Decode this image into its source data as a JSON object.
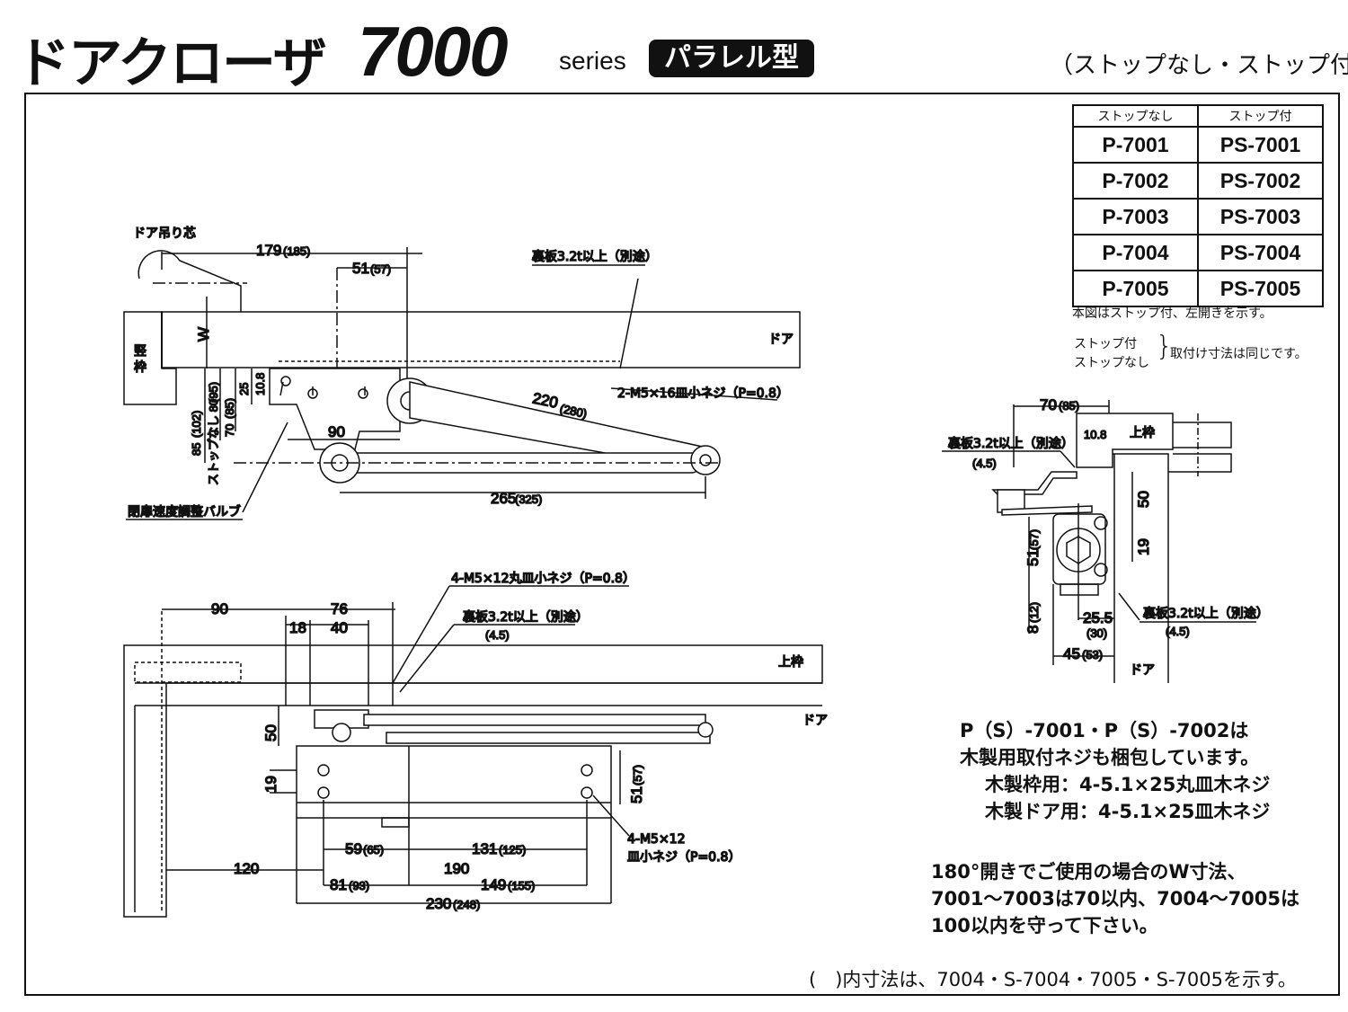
{
  "header": {
    "title_jp": "ドアクローザ",
    "title_number": "7000",
    "title_series": "series",
    "badge": "パラレル型",
    "subtitle": "（ストップなし・ストップ付）"
  },
  "model_table": {
    "headers": [
      "ストップなし",
      "ストップ付"
    ],
    "rows": [
      [
        "P-7001",
        "PS-7001"
      ],
      [
        "P-7002",
        "PS-7002"
      ],
      [
        "P-7003",
        "PS-7003"
      ],
      [
        "P-7004",
        "PS-7004"
      ],
      [
        "P-7005",
        "PS-7005"
      ]
    ]
  },
  "notes": {
    "figure_note": "本図はストップ付、左開きを示す。",
    "stop_with": "ストップ付",
    "stop_without": "ストップなし",
    "same_dims": "取付け寸法は同じです。",
    "wood_screws_1": "P（S）-7001・P（S）-7002は",
    "wood_screws_2": "木製用取付ネジも梱包しています。",
    "wood_frame": "木製枠用：4-5.1×25丸皿木ネジ",
    "wood_door": "木製ドア用：4-5.1×25皿木ネジ",
    "w_dim_1": "180°開きでご使用の場合のW寸法、",
    "w_dim_2": "7001～7003は70以内、7004～7005は",
    "w_dim_3": "100以内を守って下さい。",
    "paren_note": "(　)内寸法は、7004・S-7004・7005・S-7005を示す。"
  },
  "top_view": {
    "hinge_center": "ドア吊り芯",
    "d179": "179",
    "d179p": "(185)",
    "d51": "51",
    "d51p": "(57)",
    "backplate": "裏板3.2t以上（別途）",
    "door": "ドア",
    "w": "W",
    "frame_jamb": "竪枠",
    "screws": "2-M5×16皿小ネジ（P=0.8）",
    "d220": "220",
    "d220p": "(280)",
    "d25": "25",
    "d108": "10.8",
    "d80": "ストップなし 80",
    "d80p": "(95)",
    "d70": "70",
    "d70p": "(85)",
    "d85": "85",
    "d85p": "(102)",
    "d90": "90",
    "d265": "265",
    "d265p": "(325)",
    "valve": "閉扉速度調整バルブ"
  },
  "side_view": {
    "d70": "70",
    "d70p": "(85)",
    "backplate": "裏板3.2t以上（別途）",
    "bp45": "(4.5)",
    "d108": "10.8",
    "head_frame": "上枠",
    "d50": "50",
    "d19": "19",
    "d51": "51",
    "d51p": "(57)",
    "d8": "8",
    "d8p": "(12)",
    "d255": "25.5",
    "d255p": "(30)",
    "d45": "45",
    "d45p": "(53)",
    "backplate2": "裏板3.2t以上（別途）",
    "bp45b": "(4.5)",
    "door": "ドア"
  },
  "bottom_view": {
    "screws": "4-M5×12丸皿小ネジ（P=0.8）",
    "d90": "90",
    "d76": "76",
    "d18": "18",
    "d40": "40",
    "backplate": "裏板3.2t以上（別途）",
    "bp45": "(4.5)",
    "head_frame": "上枠",
    "door": "ドア",
    "d50": "50",
    "d19": "19",
    "d51": "51",
    "d51p": "(57)",
    "screws2a": "4-M5×12",
    "screws2b": "皿小ネジ（P=0.8）",
    "d59": "59",
    "d59p": "(65)",
    "d131": "131",
    "d131p": "(125)",
    "d120": "120",
    "d190": "190",
    "d81": "81",
    "d81p": "(93)",
    "d149": "149",
    "d149p": "(155)",
    "d230": "230",
    "d230p": "(248)"
  }
}
